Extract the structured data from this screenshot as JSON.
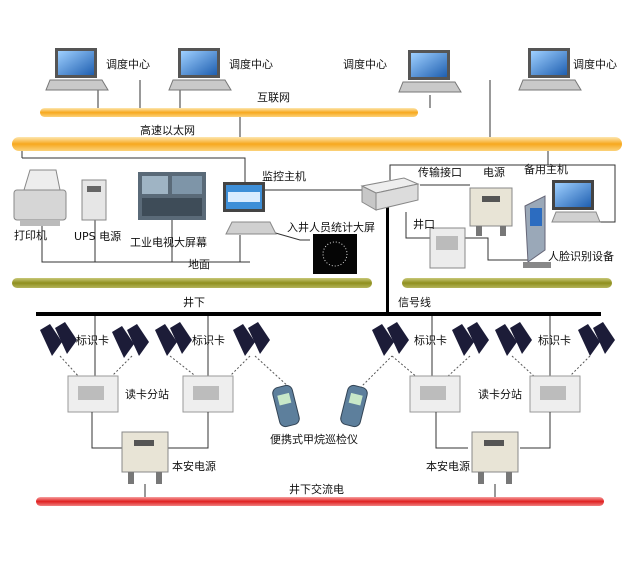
{
  "labels": {
    "dispatch_center": "调度中心",
    "internet": "互联网",
    "ethernet": "高速以太网",
    "monitor_host": "监控主机",
    "transmission_interface": "传输接口",
    "power": "电源",
    "backup_host": "备用主机",
    "printer": "打印机",
    "ups": "UPS 电源",
    "tv_wall": "工业电视大屏幕",
    "entry_stats_screen": "入井人员统计大屏",
    "wellhead": "井口",
    "face_recognition": "人脸识别设备",
    "ground": "地面",
    "underground": "井下",
    "signal_line": "信号线",
    "tag_card": "标识卡",
    "reader_station": "读卡分站",
    "gas_detector": "便携式甲烷巡检仪",
    "intrinsic_power": "本安电源",
    "underground_ac": "井下交流电"
  },
  "colors": {
    "orange_bus": "#f7a81e",
    "olive_band": "#8f8f1e",
    "red_line": "#e02020",
    "black_line": "#000000"
  }
}
